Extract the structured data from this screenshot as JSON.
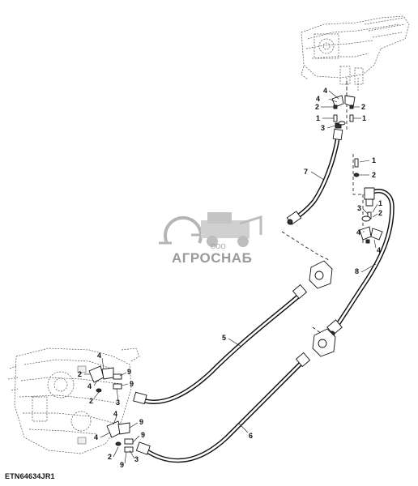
{
  "figure": {
    "reference_code": "ETN64634JR1"
  },
  "watermark": {
    "company_prefix": "ООО",
    "company_name": "АГРОСНАБ"
  },
  "callouts": {
    "top_4_left": "4",
    "top_4_right": "4",
    "top_2_left": "2",
    "top_2_right": "2",
    "top_1_left": "1",
    "top_1_right": "1",
    "top_3": "3",
    "hose_7": "7",
    "right_1": "1",
    "right_2": "2",
    "right_1b": "1",
    "right_2b": "2",
    "right_3": "3",
    "right_4a": "4",
    "right_4b": "4",
    "hose_8": "8",
    "hose_5": "5",
    "hose_6": "6",
    "bl_4a": "4",
    "bl_2a": "2",
    "bl_9a": "9",
    "bl_4b": "4",
    "bl_9b": "9",
    "bl_3a": "3",
    "bl_2b": "2",
    "bl_4c": "4",
    "bl_9c": "9",
    "bl_4d": "4",
    "bl_2c": "2",
    "bl_3b": "3",
    "bl_9d": "9",
    "bl_9e": "9"
  }
}
